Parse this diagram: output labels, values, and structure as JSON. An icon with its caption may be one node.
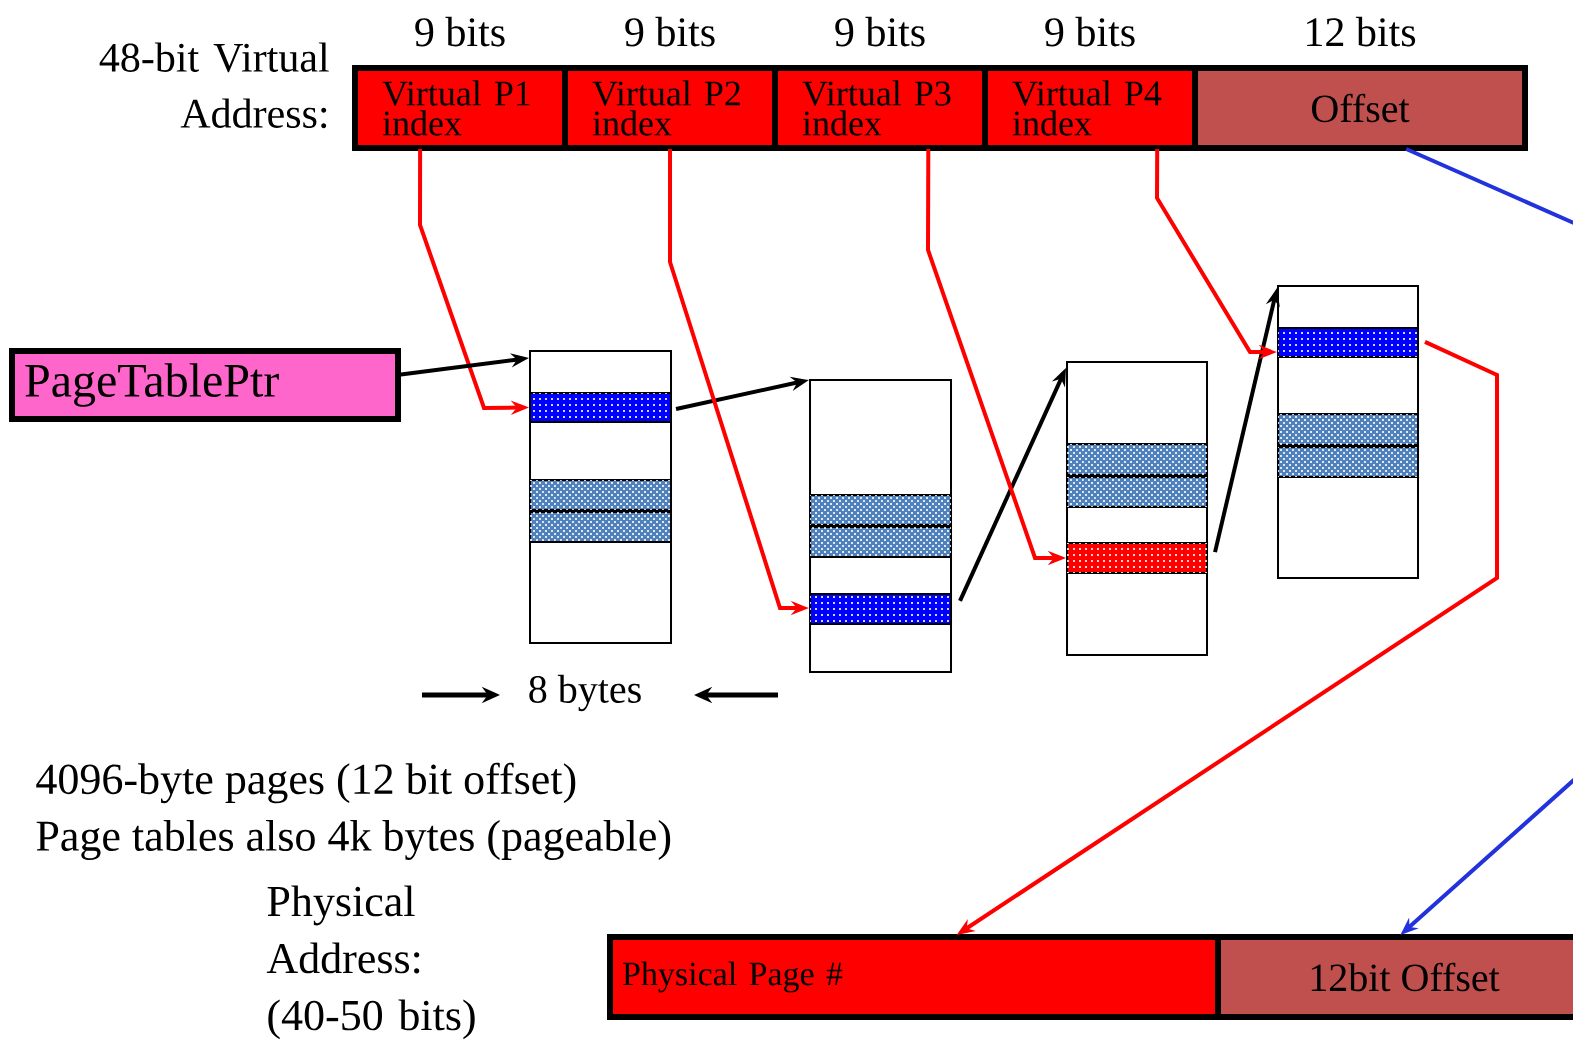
{
  "diagram": {
    "nodes": [
      {
        "text": [
          "Virtual P1 index"
        ],
        "beside": [
          "9 bits"
        ]
      },
      {
        "text": [
          "Virtual P2 index"
        ],
        "beside": [
          "9 bits"
        ]
      },
      {
        "text": [
          "Virtual P3 index"
        ],
        "beside": [
          "9 bits"
        ]
      },
      {
        "text": [
          "Virtual P4 index"
        ],
        "beside": [
          "9 bits"
        ]
      },
      {
        "text": [
          "Offset"
        ],
        "beside": [
          "12 bits"
        ]
      },
      {
        "text": [
          "PageTablePtr"
        ]
      },
      {
        "text": [],
        "shape": "box"
      },
      {
        "text": [],
        "shape": "bar",
        "in": 6
      },
      {
        "text": [],
        "shape": "bar",
        "in": 6
      },
      {
        "text": [],
        "shape": "bar",
        "in": 6
      },
      {
        "text": [],
        "shape": "box"
      },
      {
        "text": [],
        "shape": "bar",
        "in": 10
      },
      {
        "text": [],
        "shape": "bar",
        "in": 10
      },
      {
        "text": [],
        "shape": "bar",
        "in": 10
      },
      {
        "text": [],
        "shape": "box"
      },
      {
        "text": [],
        "shape": "bar",
        "in": 14
      },
      {
        "text": [],
        "shape": "bar",
        "in": 14
      },
      {
        "text": [],
        "shape": "bar",
        "in": 14
      },
      {
        "text": [],
        "shape": "box"
      },
      {
        "text": [],
        "shape": "bar",
        "in": 18
      },
      {
        "text": [],
        "shape": "bar",
        "in": 18
      },
      {
        "text": [],
        "shape": "bar",
        "in": 18
      },
      {
        "text": [
          "Physical Page #"
        ]
      },
      {
        "text": [
          "12bit Offset"
        ]
      }
    ],
    "edges": [
      {
        "from": 0,
        "to": 7,
        "arrow": "to"
      },
      {
        "from": 5,
        "to": 6,
        "arrow": "to",
        "color": "#000000"
      },
      {
        "from": 7,
        "to": 10,
        "arrow": "to",
        "color": "#000000"
      },
      {
        "from": 1,
        "to": 13,
        "arrow": "to"
      },
      {
        "from": 13,
        "to": 14,
        "arrow": "to",
        "color": "#000000"
      },
      {
        "from": 2,
        "to": 17,
        "arrow": "to"
      },
      {
        "from": 17,
        "to": 18,
        "arrow": "to",
        "color": "#000000"
      },
      {
        "from": 3,
        "to": 19,
        "arrow": "to"
      },
      {
        "from": 19,
        "to": 22,
        "arrow": "to"
      },
      {
        "from": 4,
        "to": 23,
        "arrow": "to",
        "color": "#2233dd"
      }
    ],
    "labels": [
      "48-bit Virtual Address:",
      "8 bytes",
      "4096-byte pages (12 bit offset)",
      "Page tables also 4k bytes (pageable)",
      "Physical Address: (40-50 bits)"
    ]
  }
}
